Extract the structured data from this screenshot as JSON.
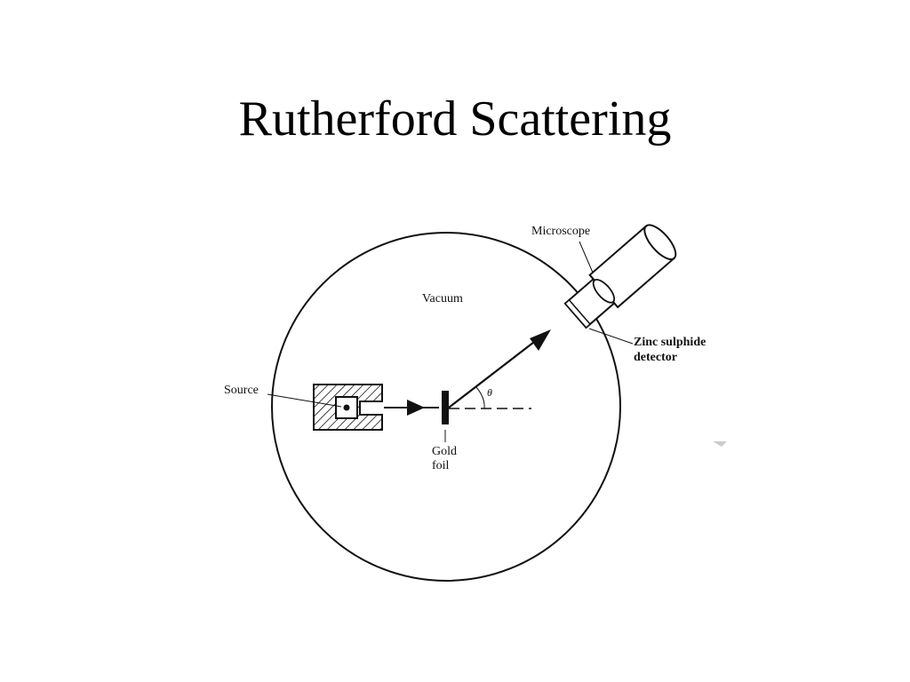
{
  "slide": {
    "title": "Rutherford Scattering"
  },
  "diagram": {
    "labels": {
      "microscope": "Microscope",
      "vacuum": "Vacuum",
      "source": "Source",
      "zinc_line1": "Zinc sulphide",
      "zinc_line2": "detector",
      "gold_line1": "Gold",
      "gold_line2": "foil",
      "angle": "θ"
    },
    "colors": {
      "ink": "#111111",
      "background": "#ffffff"
    }
  }
}
